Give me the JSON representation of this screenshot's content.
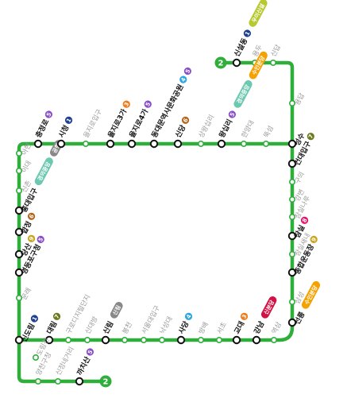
{
  "line": {
    "number": "2",
    "color": "#2fae3c"
  },
  "line_colors": {
    "1": "#1f3f8f",
    "2": "#2fae3c",
    "3": "#ef7c1c",
    "4": "#2ea6de",
    "5": "#8a4fc8",
    "6": "#b5651d",
    "7": "#6b7a1e",
    "8": "#e6186c",
    "9": "#c9a51b",
    "공항철도": "#4fa3e0",
    "경의중앙": "#6cc8b0",
    "수인분당": "#f5a200",
    "신분당": "#d31145",
    "우이신설": "#b7c930"
  },
  "stations": [
    {
      "id": "s1",
      "name": "신설동",
      "transfers": [
        "1",
        "우이신설"
      ]
    },
    {
      "id": "s2",
      "name": "용두",
      "transfers": []
    },
    {
      "id": "s3",
      "name": "신답",
      "transfers": []
    },
    {
      "id": "s4",
      "name": "용답",
      "transfers": []
    },
    {
      "id": "s5",
      "name": "성수",
      "transfers": []
    },
    {
      "id": "s6",
      "name": "건대입구",
      "transfers": [
        "7"
      ]
    },
    {
      "id": "s7",
      "name": "구의",
      "transfers": []
    },
    {
      "id": "s8",
      "name": "강변",
      "transfers": []
    },
    {
      "id": "s9",
      "name": "잠실나루",
      "transfers": []
    },
    {
      "id": "s10",
      "name": "잠실",
      "transfers": [
        "8"
      ]
    },
    {
      "id": "s11",
      "name": "잠실새내",
      "transfers": []
    },
    {
      "id": "s12",
      "name": "종합운동장",
      "transfers": [
        "9"
      ]
    },
    {
      "id": "s13",
      "name": "삼성",
      "transfers": []
    },
    {
      "id": "s14",
      "name": "선릉",
      "transfers": [
        "수인분당"
      ]
    },
    {
      "id": "s15",
      "name": "역삼",
      "transfers": []
    },
    {
      "id": "s16",
      "name": "강남",
      "transfers": [
        "신분당"
      ]
    },
    {
      "id": "s17",
      "name": "교대",
      "transfers": [
        "3"
      ]
    },
    {
      "id": "s18",
      "name": "서초",
      "transfers": []
    },
    {
      "id": "s19",
      "name": "방배",
      "transfers": []
    },
    {
      "id": "s20",
      "name": "사당",
      "transfers": [
        "4"
      ]
    },
    {
      "id": "s21",
      "name": "낙성대",
      "transfers": []
    },
    {
      "id": "s22",
      "name": "서울대입구",
      "transfers": []
    },
    {
      "id": "s23",
      "name": "봉천",
      "transfers": []
    },
    {
      "id": "s24",
      "name": "신림",
      "transfers": [
        "신림"
      ]
    },
    {
      "id": "s25",
      "name": "신대방",
      "transfers": []
    },
    {
      "id": "s26",
      "name": "구로디지털단지",
      "transfers": []
    },
    {
      "id": "s27",
      "name": "대림",
      "transfers": [
        "7"
      ]
    },
    {
      "id": "s28",
      "name": "신도림",
      "transfers": [
        "1"
      ]
    },
    {
      "id": "s29",
      "name": "문래",
      "transfers": []
    },
    {
      "id": "s30",
      "name": "영등포구청",
      "transfers": [
        "5"
      ]
    },
    {
      "id": "s31",
      "name": "당산",
      "transfers": [
        "9"
      ]
    },
    {
      "id": "s32",
      "name": "합정",
      "transfers": [
        "6"
      ]
    },
    {
      "id": "s33",
      "name": "홍대입구",
      "transfers": [
        "경의중앙",
        "공항"
      ]
    },
    {
      "id": "s34",
      "name": "신촌",
      "transfers": []
    },
    {
      "id": "s35",
      "name": "이대",
      "transfers": []
    },
    {
      "id": "s36",
      "name": "아현",
      "transfers": []
    },
    {
      "id": "s37",
      "name": "충정로",
      "transfers": [
        "5"
      ]
    },
    {
      "id": "s38",
      "name": "시청",
      "transfers": [
        "1"
      ]
    },
    {
      "id": "s39",
      "name": "을지로입구",
      "transfers": []
    },
    {
      "id": "s40",
      "name": "을지로3가",
      "transfers": [
        "3"
      ]
    },
    {
      "id": "s41",
      "name": "을지로4가",
      "transfers": [
        "5"
      ]
    },
    {
      "id": "s42",
      "name": "동대문역사문화공원",
      "transfers": [
        "4",
        "5"
      ]
    },
    {
      "id": "s43",
      "name": "신당",
      "transfers": [
        "6"
      ]
    },
    {
      "id": "s44",
      "name": "상왕십리",
      "transfers": []
    },
    {
      "id": "s45",
      "name": "왕십리",
      "transfers": [
        "5",
        "경의중앙",
        "수인분당"
      ]
    },
    {
      "id": "s46",
      "name": "한양대",
      "transfers": []
    },
    {
      "id": "s47",
      "name": "뚝섬",
      "transfers": []
    },
    {
      "id": "s48",
      "name": "도림천",
      "transfers": []
    },
    {
      "id": "s49",
      "name": "양천구청",
      "transfers": []
    },
    {
      "id": "s50",
      "name": "신정네거리",
      "transfers": []
    },
    {
      "id": "s51",
      "name": "까치산",
      "transfers": [
        "5"
      ]
    }
  ]
}
